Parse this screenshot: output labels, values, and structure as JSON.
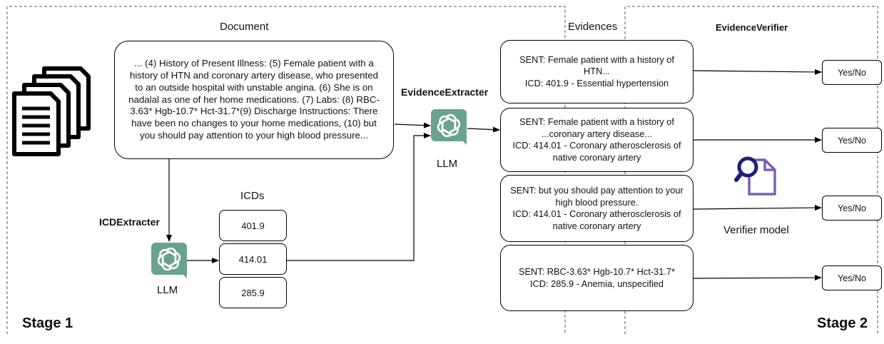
{
  "stage1_label": "Stage 1",
  "stage2_label": "Stage 2",
  "document": {
    "title": "Document",
    "lines": [
      "... (4) History of Present Illness: (5) Female patient with a",
      "history of HTN and coronary artery disease, who presented",
      "to an outside hospital with unstable angina. (6) She is on",
      "nadalal as one of her home medications. (7) Labs: (8) RBC-",
      "3.63* Hgb-10.7* Hct-31.7*(9) Discharge Instructions: There",
      "have been no changes to your home medications, (10) but",
      "you should pay attention to your high blood pressure..."
    ]
  },
  "icd_extracter_label": "ICDExtracter",
  "evidence_extracter_label": "EvidenceExtracter",
  "llm_label": "LLM",
  "icds": {
    "title": "ICDs",
    "codes": [
      "401.9",
      "414.01",
      "285.9"
    ]
  },
  "evidences_title": "Evidences",
  "evidence_verifier_label": "EvidenceVerifier",
  "evidences": [
    {
      "lines": [
        "SENT: Female patient with a history of",
        "HTN...",
        "ICD: 401.9 - Essential hypertension"
      ]
    },
    {
      "lines": [
        "SENT: Female patient with a history of",
        "...coronary artery disease...",
        "ICD: 414.01 - Coronary atherosclerosis of",
        "native coronary artery"
      ]
    },
    {
      "lines": [
        "SENT: but you should pay attention to your",
        "high blood pressure.",
        "ICD: 414.01 - Coronary atherosclerosis of",
        "native coronary artery"
      ]
    },
    {
      "lines": [
        "SENT: RBC-3.63* Hgb-10.7* Hct-31.7*",
        "ICD: 285.9 - Anemia, unspecified"
      ]
    }
  ],
  "outputs": [
    "Yes/No",
    "Yes/No",
    "Yes/No",
    "Yes/No"
  ],
  "verifier_model_label": "Verifier model",
  "colors": {
    "llm_icon_bg": "#6aa38c",
    "verifier_icon_primary": "#1f1f7a",
    "verifier_icon_accent": "#7b5db5"
  },
  "icons": [
    "document-stack-icon",
    "chatgpt-logo-icon",
    "search-document-icon"
  ]
}
